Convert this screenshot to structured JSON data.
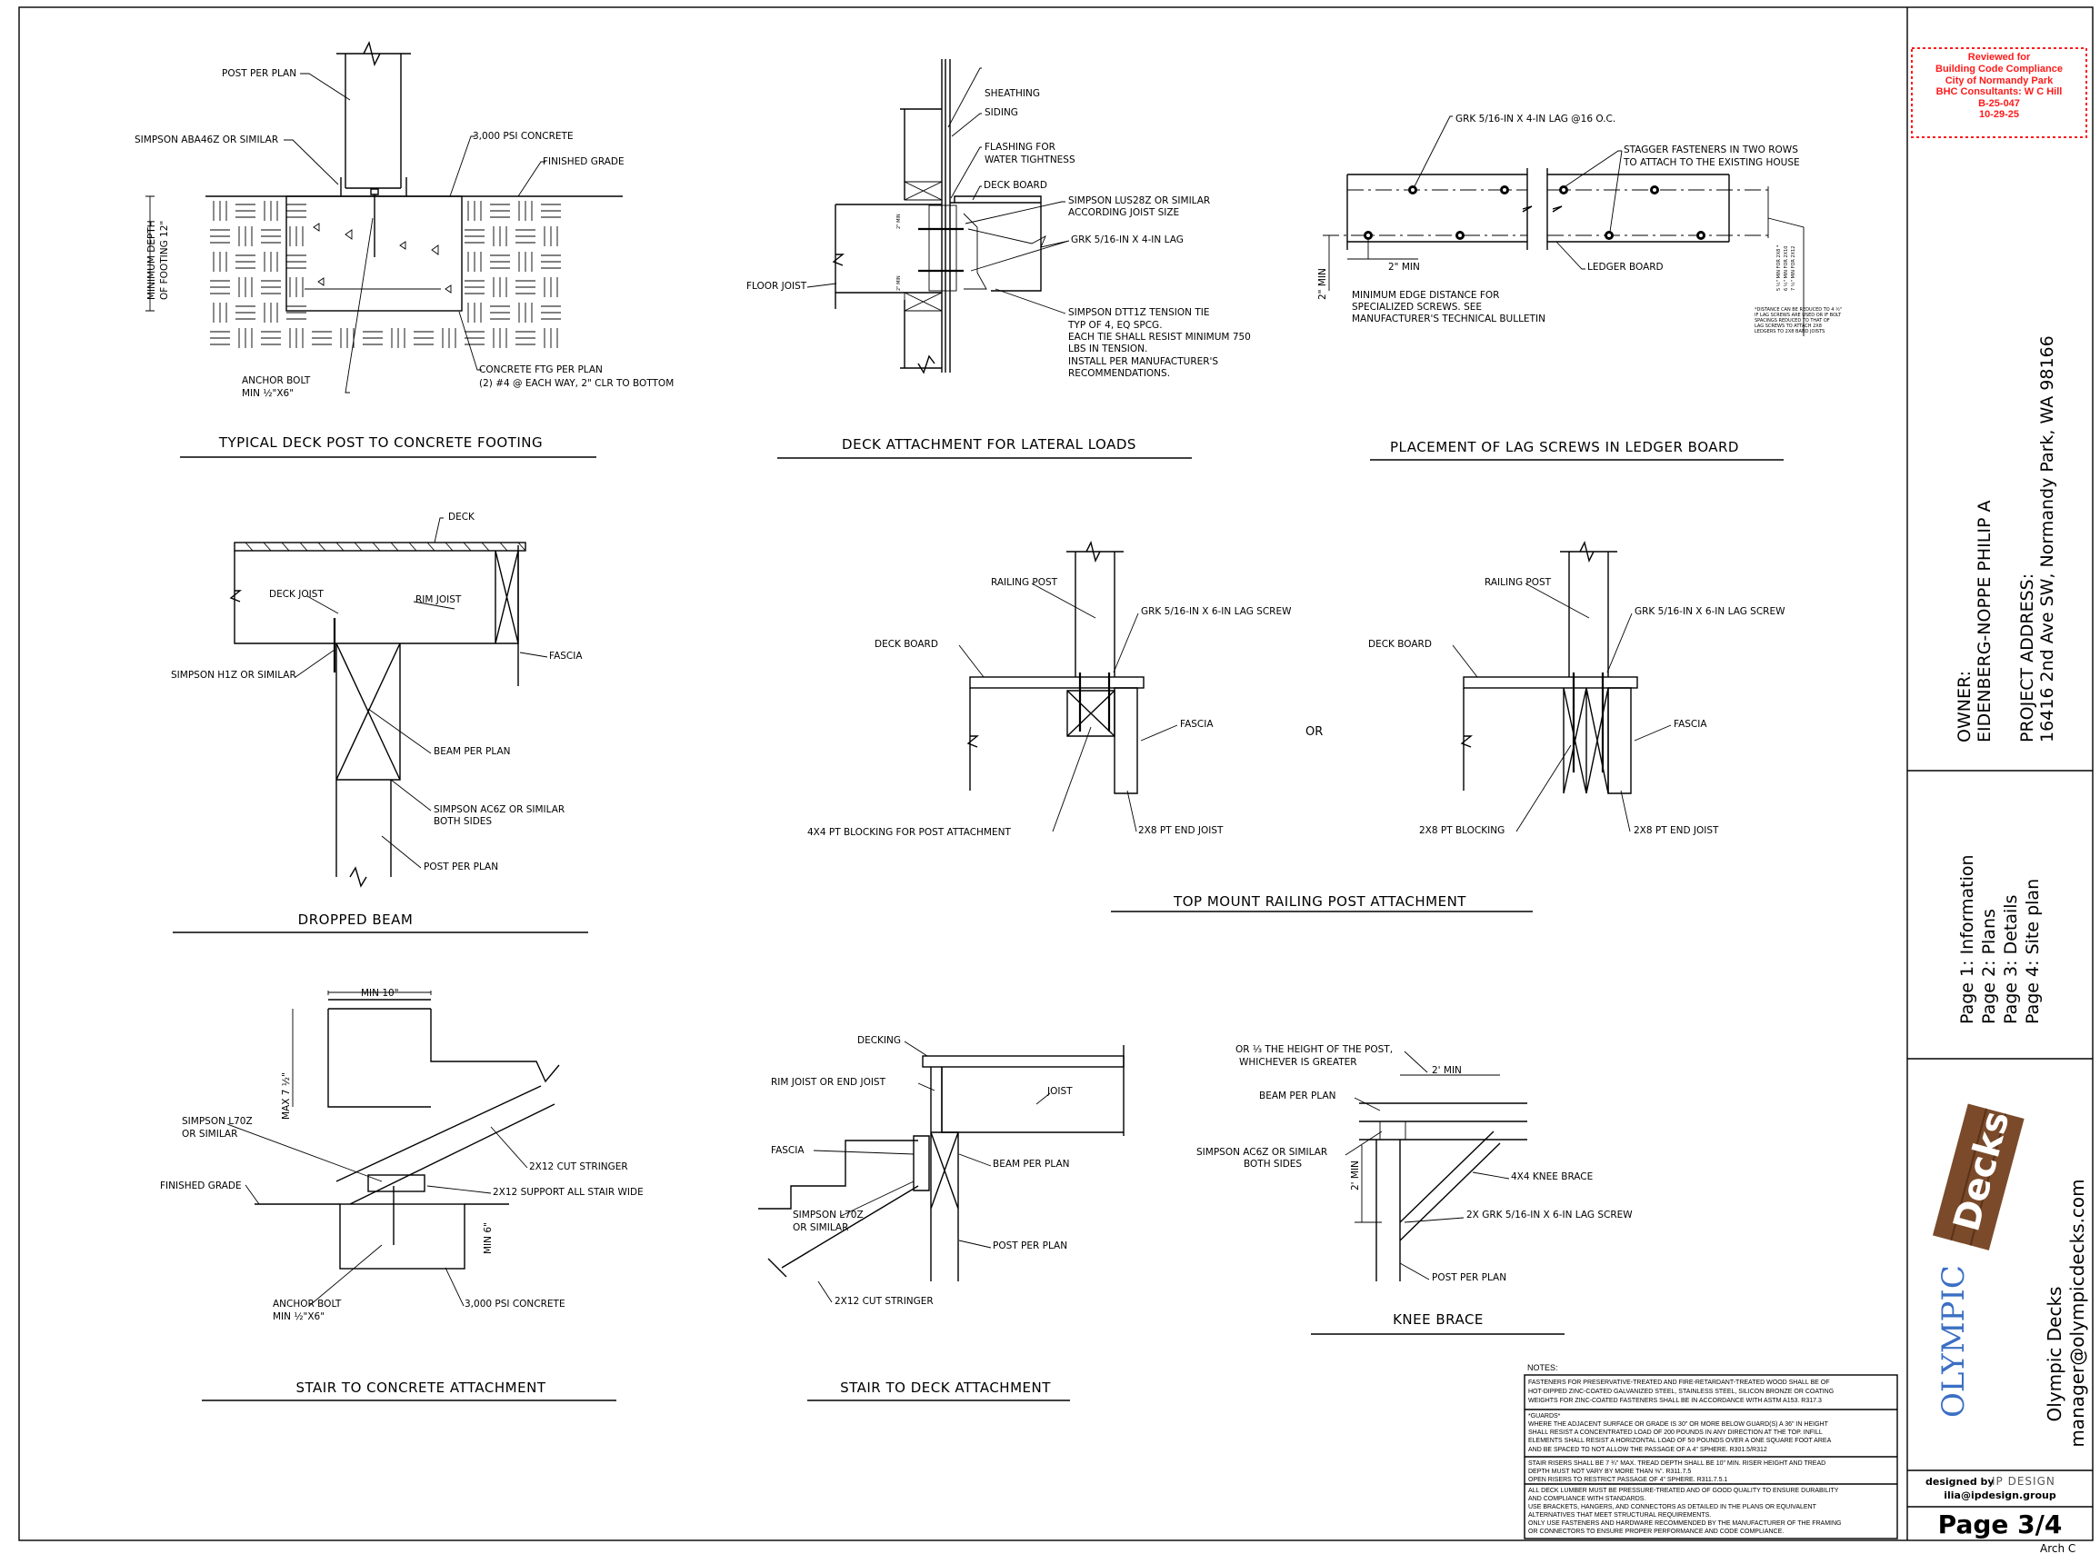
{
  "stamp": {
    "lines": [
      "Reviewed for",
      "Building Code Compliance",
      "City of Normandy Park",
      "BHC Consultants: W C Hill",
      "B-25-047",
      "10-29-25"
    ],
    "color": "#ff1a1a"
  },
  "details": {
    "footing": {
      "title": "TYPICAL DECK POST TO CONCRETE FOOTING",
      "labels": [
        "POST PER PLAN",
        "SIMPSON ABA46Z OR SIMILAR",
        "3,000 PSI CONCRETE",
        "FINISHED GRADE",
        "MINIMUM DEPTH",
        "OF FOOTING 12\"",
        "ANCHOR BOLT",
        "MIN ½\"X6\"",
        "CONCRETE FTG PER PLAN",
        "(2) #4 @ EACH WAY, 2\" CLR TO BOTTOM"
      ]
    },
    "lateral": {
      "title": "DECK ATTACHMENT FOR LATERAL LOADS",
      "labels": [
        "SHEATHING",
        "SIDING",
        "FLASHING FOR",
        "WATER TIGHTNESS",
        "DECK BOARD",
        "SIMPSON LUS28Z OR SIMILAR",
        "ACCORDING JOIST SIZE",
        "GRK 5/16-IN X 4-IN LAG",
        "FLOOR JOIST",
        "SIMPSON DTT1Z TENSION TIE",
        "TYP OF 4, EQ SPCG.",
        "EACH TIE SHALL RESIST MINIMUM 750",
        "LBS IN TENSION.",
        "INSTALL PER MANUFACTURER'S",
        "RECOMMENDATIONS.",
        "2\" MIN",
        "2\" MIN"
      ]
    },
    "ledger": {
      "title": "PLACEMENT OF LAG SCREWS IN LEDGER BOARD",
      "labels": [
        "GRK 5/16-IN X 4-IN LAG @16 O.C.",
        "STAGGER FASTENERS IN TWO ROWS",
        "TO ATTACH TO THE EXISTING HOUSE",
        "LEDGER BOARD",
        "2\" MIN",
        "2\" MIN",
        "MINIMUM EDGE DISTANCE FOR",
        "SPECIALIZED SCREWS. SEE",
        "MANUFACTURER'S TECHNICAL BULLETIN",
        "5 ½\" MIN FOR 2X8 *",
        "6 ½\" MIN FOR 2X10",
        "7 ½\" MIN FOR 2X12"
      ],
      "footnote": [
        "*DISTANCE CAN BE REDUCED TO 4 ½\"",
        "IF LAG SCREWS ARE USED OR IF BOLT",
        "SPACINGS REDUCED TO THAT OF",
        "LAG SCREWS TO ATTACH 2X8",
        "LEDGERS TO 2X8 BAND JOISTS"
      ]
    },
    "dropped_beam": {
      "title": "DROPPED BEAM",
      "labels": [
        "DECK",
        "DECK JOIST",
        "RIM JOIST",
        "FASCIA",
        "SIMPSON H1Z OR SIMILAR",
        "BEAM PER PLAN",
        "SIMPSON AC6Z OR SIMILAR",
        "BOTH SIDES",
        "POST PER PLAN"
      ]
    },
    "railing": {
      "title": "TOP MOUNT RAILING POST ATTACHMENT",
      "or_label": "OR",
      "left": [
        "RAILING POST",
        "GRK 5/16-IN X 6-IN LAG SCREW",
        "DECK BOARD",
        "FASCIA",
        "4X4 PT BLOCKING FOR POST ATTACHMENT",
        "2X8 PT END JOIST"
      ],
      "right": [
        "RAILING POST",
        "GRK 5/16-IN X 6-IN LAG SCREW",
        "DECK BOARD",
        "FASCIA",
        "2X8 PT BLOCKING",
        "2X8 PT END JOIST"
      ]
    },
    "stair_concrete": {
      "title": "STAIR TO CONCRETE ATTACHMENT",
      "labels": [
        "MIN 10\"",
        "MAX 7 ½\"",
        "SIMPSON L70Z",
        "OR SIMILAR",
        "FINISHED GRADE",
        "2X12 CUT STRINGER",
        "2X12 SUPPORT ALL STAIR WIDE",
        "MIN 6\"",
        "ANCHOR BOLT",
        "MIN ½\"X6\"",
        "3,000 PSI CONCRETE"
      ]
    },
    "stair_deck": {
      "title": "STAIR TO DECK ATTACHMENT",
      "labels": [
        "DECKING",
        "RIM JOIST OR END JOIST",
        "JOIST",
        "FASCIA",
        "BEAM PER PLAN",
        "SIMPSON L70Z",
        "OR SIMILAR",
        "POST PER PLAN",
        "2X12 CUT STRINGER"
      ]
    },
    "knee_brace": {
      "title": "KNEE BRACE",
      "labels": [
        "OR ⅓ THE HEIGHT OF THE POST,",
        "WHICHEVER IS GREATER",
        "2' MIN",
        "BEAM PER PLAN",
        "SIMPSON AC6Z OR SIMILAR",
        "BOTH SIDES",
        "2' MIN",
        "4X4 KNEE BRACE",
        "2X GRK 5/16-IN X 6-IN LAG SCREW",
        "POST PER PLAN"
      ]
    }
  },
  "notes": {
    "heading": "NOTES:",
    "sections": [
      [
        "FASTENERS FOR PRESERVATIVE-TREATED AND FIRE-RETARDANT-TREATED WOOD SHALL BE OF",
        "HOT-DIPPED ZINC-COATED GALVANIZED STEEL, STAINLESS STEEL, SILICON BRONZE OR COATING",
        "WEIGHTS FOR ZINC-COATED FASTENERS SHALL BE IN ACCORDANCE WITH ASTM A153. R317.3"
      ],
      [
        "*GUARDS*",
        "WHERE THE ADJACENT SURFACE OR GRADE IS 30\" OR MORE BELOW GUARD(S) A 36\" IN HEIGHT",
        "SHALL RESIST A CONCENTRATED LOAD OF 200 POUNDS IN ANY DIRECTION AT THE TOP. INFILL",
        "ELEMENTS SHALL RESIST A HORIZONTAL LOAD OF 50 POUNDS OVER A ONE SQUARE FOOT AREA",
        "AND BE SPACED TO NOT ALLOW THE PASSAGE OF A 4\" SPHERE. R301.5/R312"
      ],
      [
        "STAIR RISERS SHALL BE 7 ¾\" MAX. TREAD DEPTH SHALL BE 10\" MIN. RISER HEIGHT AND TREAD",
        "DEPTH MUST NOT VARY BY MORE THAN ⅜\". R311.7.5",
        "OPEN RISERS TO RESTRICT PASSAGE OF 4\" SPHERE. R311.7.5.1"
      ],
      [
        "ALL DECK LUMBER MUST BE PRESSURE-TREATED AND OF GOOD QUALITY TO ENSURE DURABILITY",
        "AND COMPLIANCE WITH STANDARDS.",
        "USE BRACKETS, HANGERS, AND CONNECTORS AS DETAILED IN THE PLANS OR EQUIVALENT",
        "ALTERNATIVES THAT MEET STRUCTURAL REQUIREMENTS.",
        "ONLY USE FASTENERS AND HARDWARE RECOMMENDED BY THE MANUFACTURER OF THE FRAMING",
        "OR CONNECTORS TO ENSURE PROPER PERFORMANCE AND CODE COMPLIANCE."
      ]
    ]
  },
  "title_block": {
    "owner_label": "OWNER:",
    "owner": "EIDENBERG-NOPPE PHILIP A",
    "address_label": "PROJECT ADDRESS:",
    "address": "16416 2nd Ave SW, Normandy Park, WA 98166",
    "pages": [
      "Page 1: Information",
      "Page 2: Plans",
      "Page 3: Details",
      "Page 4: Site plan"
    ],
    "logo_word1": "OLYMPIC",
    "logo_word2": "Decks",
    "company": "Olympic Decks",
    "email": "manager@olympicdecks.com",
    "designed_by": "designed by",
    "designer_logo": "IP DESIGN",
    "designer_email": "ilia@ipdesign.group",
    "page": "Page 3/4",
    "sheet_size": "Arch C",
    "logo_blue": "#3b6fc4",
    "logo_wood": "#7a4a2a"
  }
}
